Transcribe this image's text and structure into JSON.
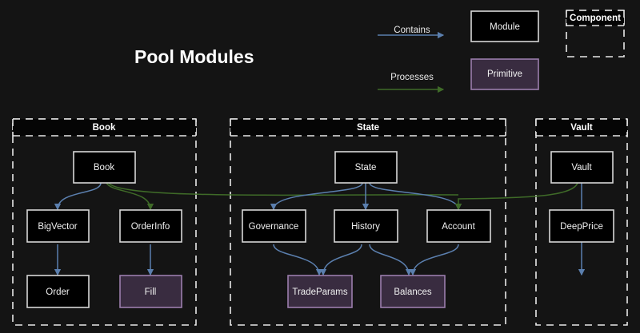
{
  "title": "Pool Modules",
  "colors": {
    "background": "#141414",
    "module_fill": "#000000",
    "module_stroke": "#d8d8d8",
    "primitive_fill": "#392c40",
    "primitive_stroke": "#9b7ead",
    "contains_arrow": "#5b7fae",
    "processes_arrow": "#3f6b28",
    "group_stroke": "#e8e8e8",
    "text": "#f0f0f0"
  },
  "legend": {
    "edges": [
      {
        "label": "Contains",
        "color": "#5b7fae"
      },
      {
        "label": "Processes",
        "color": "#3f6b28"
      }
    ],
    "nodes": [
      {
        "label": "Module",
        "kind": "module"
      },
      {
        "label": "Primitive",
        "kind": "primitive"
      }
    ],
    "container": {
      "label": "Component",
      "kind": "component"
    }
  },
  "groups": [
    {
      "id": "book",
      "title": "Book",
      "nodes": [
        {
          "id": "book-node",
          "label": "Book",
          "kind": "module"
        },
        {
          "id": "bigvector",
          "label": "BigVector",
          "kind": "module"
        },
        {
          "id": "orderinfo",
          "label": "OrderInfo",
          "kind": "module"
        },
        {
          "id": "order",
          "label": "Order",
          "kind": "module"
        },
        {
          "id": "fill",
          "label": "Fill",
          "kind": "primitive"
        }
      ]
    },
    {
      "id": "state",
      "title": "State",
      "nodes": [
        {
          "id": "state-node",
          "label": "State",
          "kind": "module"
        },
        {
          "id": "governance",
          "label": "Governance",
          "kind": "module"
        },
        {
          "id": "history",
          "label": "History",
          "kind": "module"
        },
        {
          "id": "account",
          "label": "Account",
          "kind": "module"
        },
        {
          "id": "tradeparams",
          "label": "TradeParams",
          "kind": "primitive"
        },
        {
          "id": "balances",
          "label": "Balances",
          "kind": "primitive"
        }
      ]
    },
    {
      "id": "vault",
      "title": "Vault",
      "nodes": [
        {
          "id": "vault-node",
          "label": "Vault",
          "kind": "module"
        },
        {
          "id": "deepprice",
          "label": "DeepPrice",
          "kind": "module"
        }
      ]
    }
  ],
  "edges": [
    {
      "from": "book-node",
      "to": "bigvector",
      "type": "contains"
    },
    {
      "from": "bigvector",
      "to": "order",
      "type": "contains"
    },
    {
      "from": "orderinfo",
      "to": "fill",
      "type": "contains"
    },
    {
      "from": "book-node",
      "to": "orderinfo",
      "type": "processes"
    },
    {
      "from": "book-node",
      "to": "account",
      "type": "processes"
    },
    {
      "from": "state-node",
      "to": "governance",
      "type": "contains"
    },
    {
      "from": "state-node",
      "to": "history",
      "type": "contains"
    },
    {
      "from": "state-node",
      "to": "account",
      "type": "contains"
    },
    {
      "from": "governance",
      "to": "tradeparams",
      "type": "contains"
    },
    {
      "from": "history",
      "to": "tradeparams",
      "type": "contains"
    },
    {
      "from": "history",
      "to": "balances",
      "type": "contains"
    },
    {
      "from": "account",
      "to": "balances",
      "type": "contains"
    },
    {
      "from": "vault-node",
      "to": "deepprice",
      "type": "contains"
    },
    {
      "from": "vault-node",
      "to": "account",
      "type": "processes"
    }
  ]
}
